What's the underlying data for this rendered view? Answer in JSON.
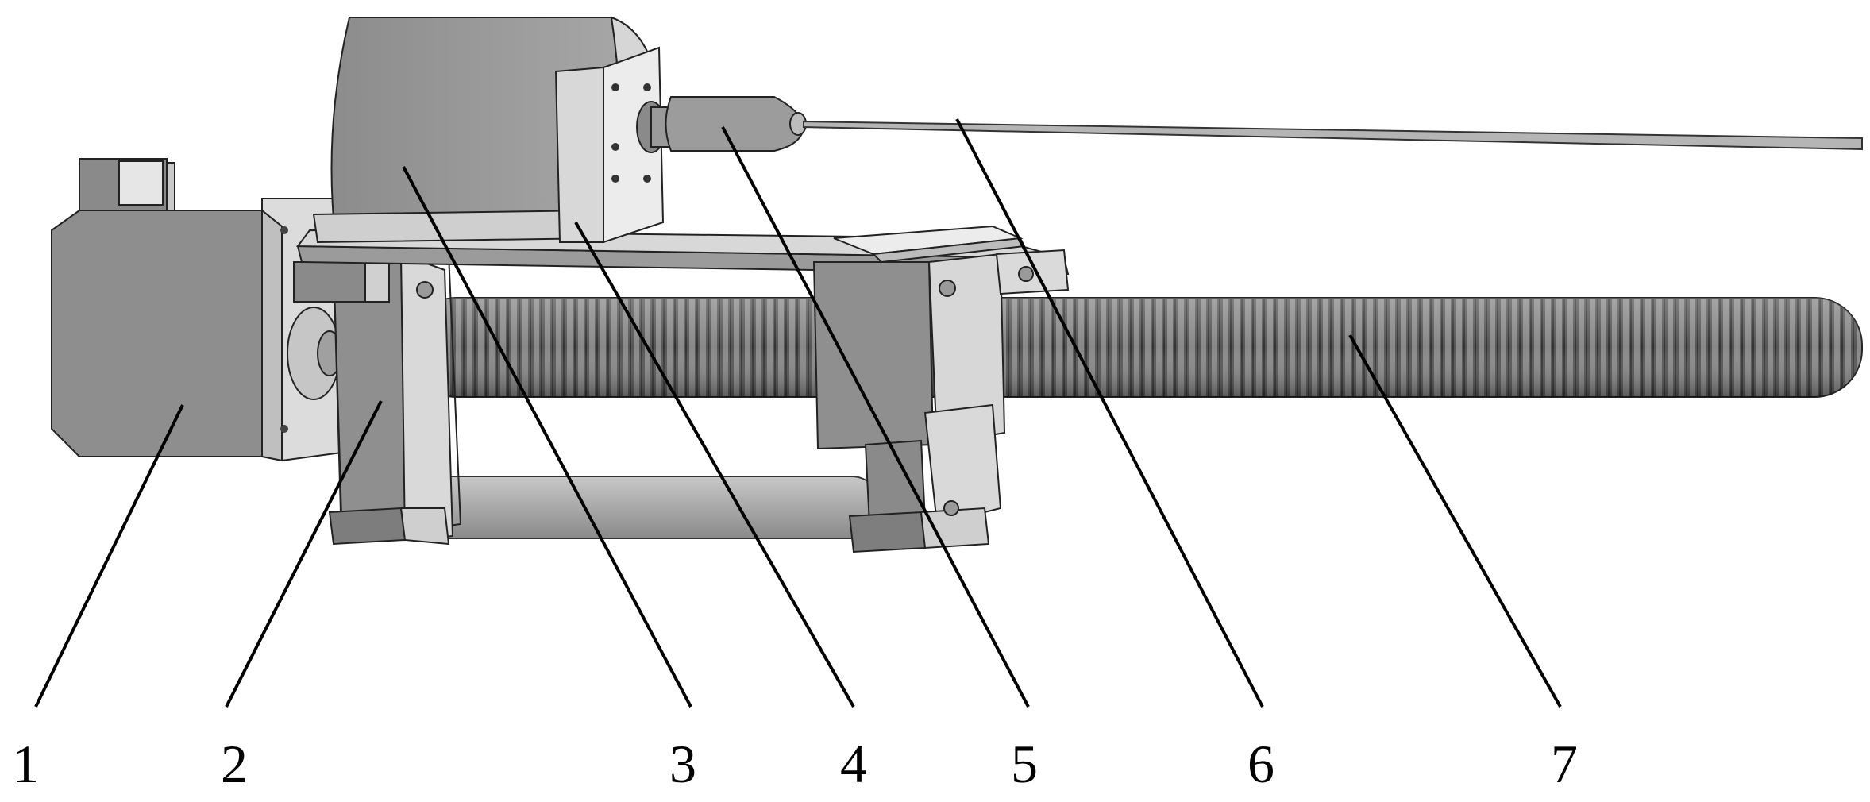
{
  "callouts": [
    {
      "label": "1"
    },
    {
      "label": "2"
    },
    {
      "label": "3"
    },
    {
      "label": "4"
    },
    {
      "label": "5"
    },
    {
      "label": "6"
    },
    {
      "label": "7"
    }
  ],
  "colors": {
    "background": "#ffffff",
    "dark_body": "#7f7f7f",
    "mid_gray": "#9a9a9a",
    "light_face": "#d9d9d9",
    "screw_dark": "#4a4a4a",
    "leader_line": "#000000"
  },
  "icons": [
    "stepper-motor",
    "motor-mount-bracket",
    "spindle-motor",
    "sliding-plate",
    "tool-chuck",
    "needle",
    "lead-screw"
  ]
}
